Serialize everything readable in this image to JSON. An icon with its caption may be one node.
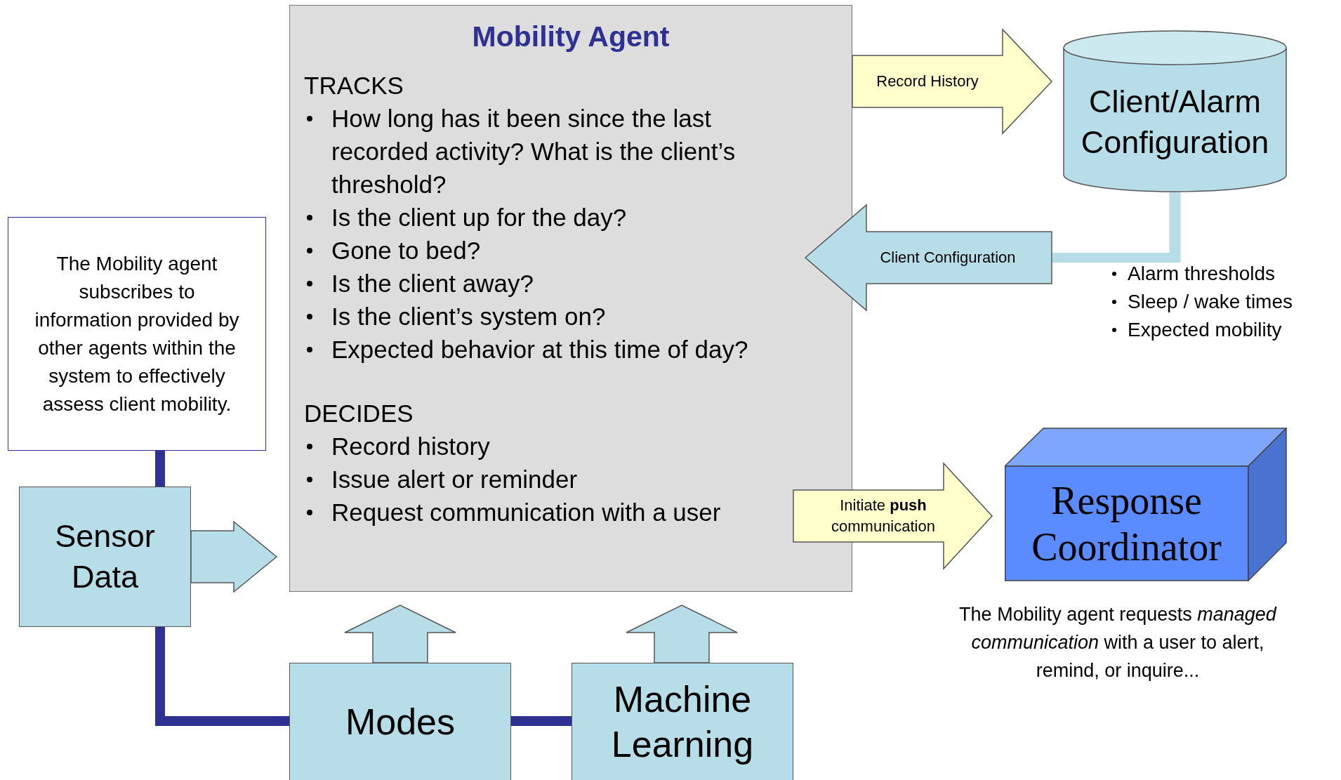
{
  "diagram": {
    "nodes": [
      {
        "text": [
          "Mobility Agent",
          "TRACKS",
          "How long has it been since the last recorded activity? What is the client’s threshold?",
          "Is the client up for the day?",
          "Gone to bed?",
          "Is the client away?",
          "Is the client’s system on?",
          "Expected behavior at this time of day?",
          "DECIDES",
          "Record history",
          "Issue alert or reminder",
          "Request communication with a user"
        ]
      },
      {
        "text": [
          "Client/Alarm Configuration"
        ],
        "beside": [
          "Alarm thresholds",
          "Sleep / wake times",
          "Expected mobility"
        ]
      },
      {
        "text": [
          "The Mobility agent subscribes to information provided by other agents within the system to effectively assess client mobility."
        ]
      },
      {
        "text": [
          "Sensor Data"
        ]
      },
      {
        "text": [
          "Response Coordinator"
        ],
        "beside": [
          "The Mobility agent requests *managed communication* with a user to alert, remind, or inquire..."
        ]
      },
      {
        "text": [
          "Modes"
        ]
      },
      {
        "text": [
          "Machine Learning"
        ]
      }
    ],
    "edges": [
      {
        "from": 0,
        "to": 1,
        "arrow": "to",
        "label": "Record History",
        "color": "#ffffcc"
      },
      {
        "from": 1,
        "to": 0,
        "arrow": "to",
        "label": "Client Configuration",
        "color": "#b7dde8"
      },
      {
        "from": 2,
        "to": 3,
        "arrow": "none",
        "color": "#2e3192"
      },
      {
        "from": 3,
        "to": 0,
        "arrow": "to",
        "color": "#b7dde8"
      },
      {
        "from": 0,
        "to": 4,
        "arrow": "to",
        "label": "Initiate **push** communication",
        "color": "#ffffcc"
      },
      {
        "from": 3,
        "to": 5,
        "arrow": "none",
        "color": "#2e3192"
      },
      {
        "from": 5,
        "to": 6,
        "arrow": "none",
        "color": "#2e3192"
      },
      {
        "from": 5,
        "to": 0,
        "arrow": "to",
        "color": "#b7dde8"
      },
      {
        "from": 6,
        "to": 0,
        "arrow": "to",
        "color": "#b7dde8"
      }
    ]
  }
}
